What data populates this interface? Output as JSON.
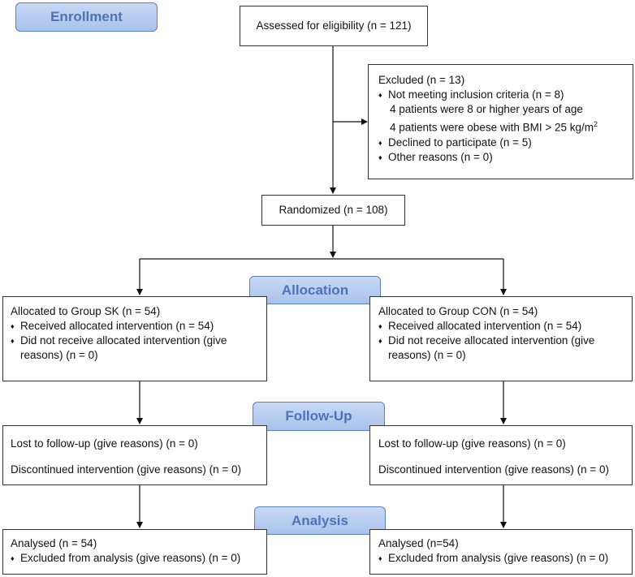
{
  "stages": {
    "enrollment": "Enrollment",
    "allocation": "Allocation",
    "followup": "Follow-Up",
    "analysis": "Analysis"
  },
  "assessed": "Assessed for eligibility (n = 121)",
  "excluded": {
    "title": "Excluded (n = 13)",
    "criteria": "Not meeting inclusion criteria (n = 8)",
    "age": "4 patients were 8 or higher years of age",
    "bmi_prefix": "4 patients were obese with BMI > 25 kg/m",
    "bmi_sup": "2",
    "declined": "Declined to participate (n = 5)",
    "other": "Other reasons (n = 0)"
  },
  "randomized": "Randomized (n = 108)",
  "allocation": {
    "sk": {
      "title": "Allocated to Group SK (n = 54)",
      "received": "Received allocated intervention (n = 54)",
      "not_received_1": "Did not receive allocated intervention (give",
      "not_received_2": "reasons) (n = 0)"
    },
    "con": {
      "title": "Allocated to Group CON (n = 54)",
      "received": "Received allocated intervention (n = 54)",
      "not_received_1": "Did not receive allocated intervention (give",
      "not_received_2": "reasons) (n = 0)"
    }
  },
  "followup": {
    "sk": {
      "lost": "Lost to follow-up (give reasons) (n = 0)",
      "discontinued": "Discontinued intervention (give reasons) (n = 0)"
    },
    "con": {
      "lost": "Lost to follow-up (give reasons) (n = 0)",
      "discontinued": "Discontinued intervention (give reasons) (n = 0)"
    }
  },
  "analysis": {
    "sk": {
      "analysed": "Analysed (n = 54)",
      "excluded": "Excluded from analysis (give reasons) (n = 0)"
    },
    "con": {
      "analysed": "Analysed (n=54)",
      "excluded": "Excluded from analysis (give reasons) (n = 0)"
    }
  },
  "bullet": "♦"
}
